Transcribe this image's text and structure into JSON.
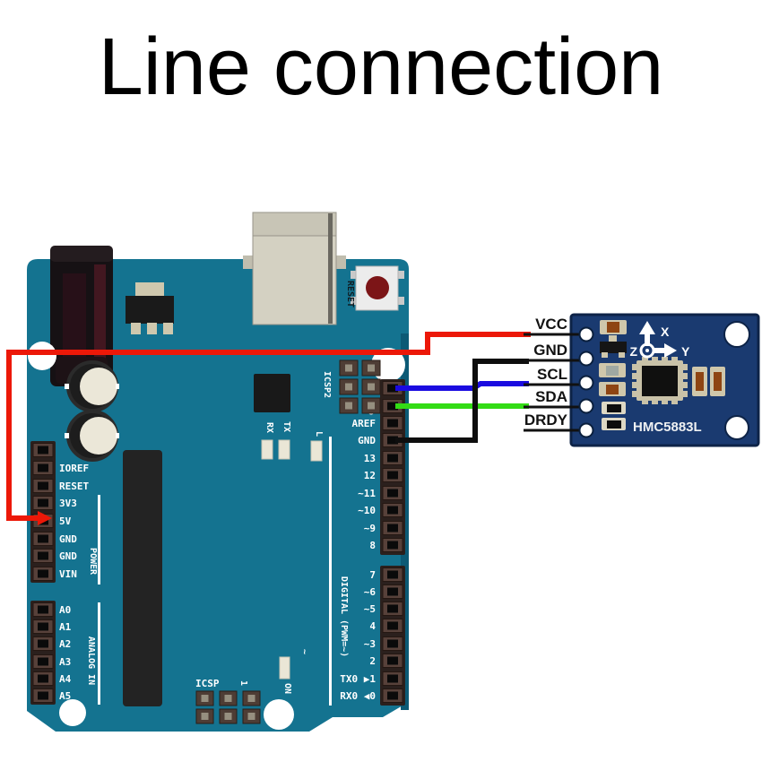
{
  "title": "Line connection",
  "colors": {
    "board_teal": "#147390",
    "board_edge_dark": "#0c5a75",
    "module_blue": "#1a3a70",
    "module_border": "#0d2347",
    "wire_red": "#ec1808",
    "wire_black": "#0e0e0e",
    "wire_blue": "#1a0ae0",
    "wire_green": "#33dc15",
    "silkscreen_white": "#ffffff"
  },
  "arduino": {
    "name": "Arduino Uno board",
    "digital": [
      "AREF",
      "GND",
      "13",
      "12",
      "~11",
      "~10",
      "~9",
      "8",
      "7",
      "~6",
      "~5",
      "4",
      "~3",
      "2",
      "TX0 ▶1",
      "RX0 ◀0"
    ],
    "power": [
      "IOREF",
      "RESET",
      "3V3",
      "5V",
      "GND",
      "GND",
      "VIN"
    ],
    "analog": [
      "A0",
      "A1",
      "A2",
      "A3",
      "A4",
      "A5"
    ],
    "misc": {
      "icsp2": "ICSP2",
      "icsp": "ICSP",
      "icsp_pin_one": "1",
      "reset_button": "RESET",
      "rx": "RX",
      "tx": "TX",
      "led_l": "L",
      "led_on": "ON",
      "power_group": "POWER",
      "analog_group": "ANALOG IN",
      "digital_group": "DIGITAL (PWM=~)",
      "pwm_tilde": "~"
    }
  },
  "module": {
    "name": "HMC5883L compass module",
    "chip_label": "HMC5883L",
    "pins": [
      "VCC",
      "GND",
      "SCL",
      "SDA",
      "DRDY"
    ],
    "axes": {
      "x": "X",
      "y": "Y",
      "z": "Z"
    }
  },
  "connections": [
    {
      "from": "Arduino 5V",
      "to": "module VCC",
      "color": "red"
    },
    {
      "from": "Arduino GND",
      "to": "module GND",
      "color": "black"
    },
    {
      "from": "Arduino SCL",
      "to": "module SCL",
      "color": "blue"
    },
    {
      "from": "Arduino SDA",
      "to": "module SDA",
      "color": "green"
    },
    {
      "from": "",
      "to": "module DRDY",
      "color": "none"
    }
  ]
}
